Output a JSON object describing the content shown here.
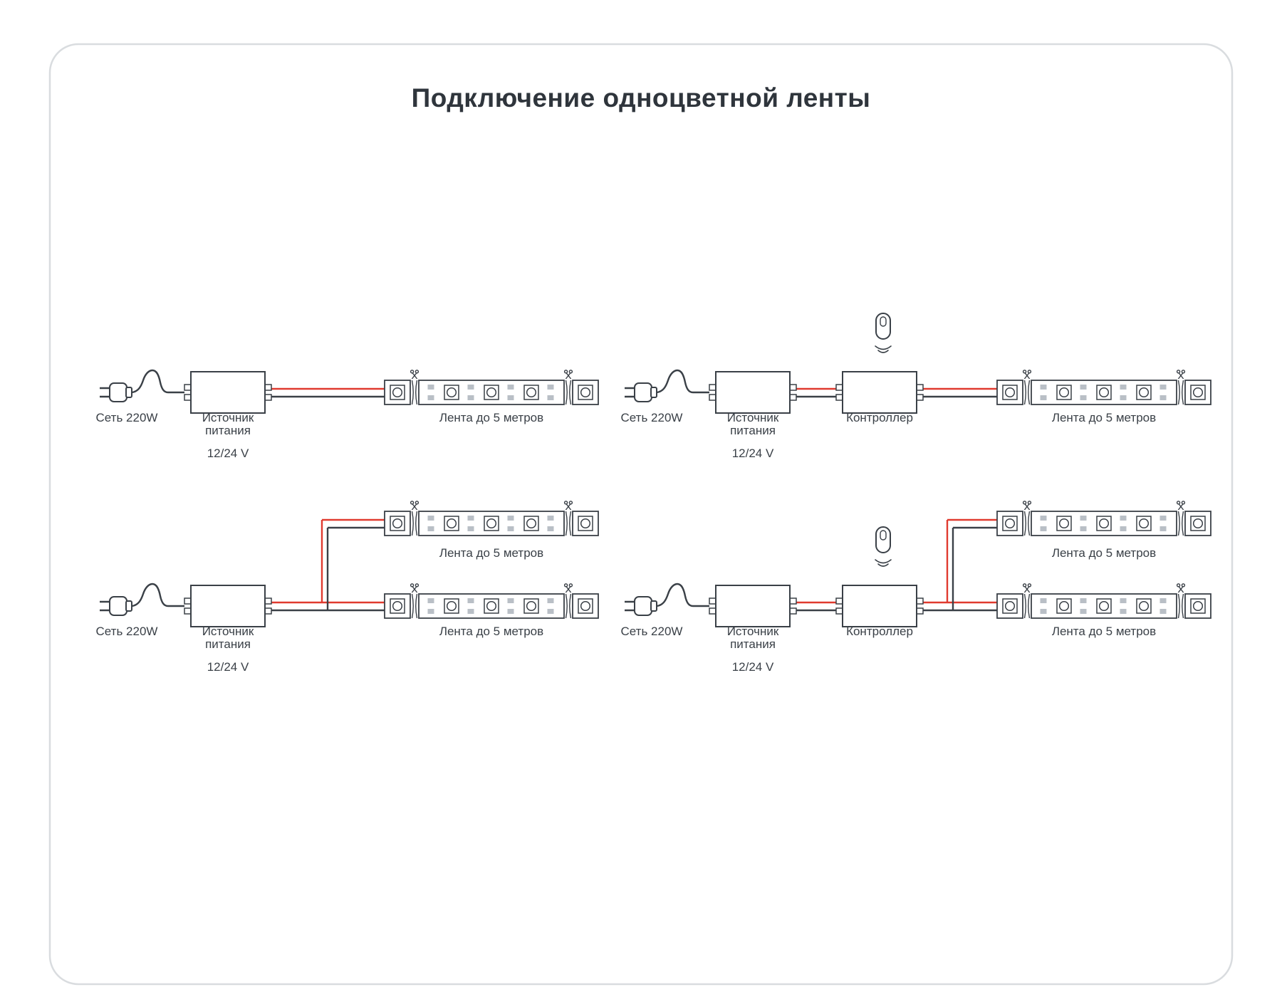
{
  "title": "Подключение одноцветной ленты",
  "labels": {
    "mains": "Сеть 220W",
    "psu_line1": "Источник",
    "psu_line2": "питания",
    "psu_voltage": "12/24 V",
    "controller": "Контроллер",
    "strip": "Лента до 5 метров"
  },
  "colors": {
    "stroke": "#3a4047",
    "wire_red": "#e03a2f",
    "pad_gray": "#b9bfc6",
    "border": "#d9dcdf",
    "title": "#2f353c"
  },
  "diagrams": [
    {
      "id": "psu-single-strip",
      "parts": [
        "Сеть 220W",
        "Источник питания 12/24 V",
        "Лента до 5 метров"
      ]
    },
    {
      "id": "psu-controller-single-strip",
      "parts": [
        "Сеть 220W",
        "Источник питания 12/24 V",
        "Контроллер",
        "Лента до 5 метров"
      ]
    },
    {
      "id": "psu-two-strips",
      "parts": [
        "Сеть 220W",
        "Источник питания 12/24 V",
        "Лента до 5 метров",
        "Лента до 5 метров"
      ]
    },
    {
      "id": "psu-controller-two-strips",
      "parts": [
        "Сеть 220W",
        "Источник питания 12/24 V",
        "Контроллер",
        "Лента до 5 метров",
        "Лента до 5 метров"
      ]
    }
  ]
}
